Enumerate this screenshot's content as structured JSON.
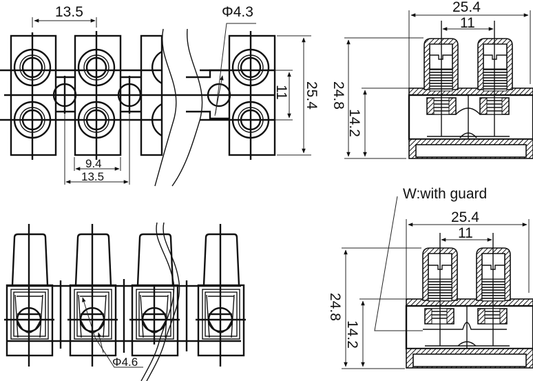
{
  "drawing": {
    "top_view": {
      "pitch_top": "13.5",
      "hole_diameter": "Φ4.3",
      "slot_width": "9.4",
      "pitch_bottom": "13.5",
      "row_spacing": "11",
      "overall_width": "25.4"
    },
    "side_view": {
      "overall_width": "25.4",
      "screw_spacing": "11",
      "overall_height": "24.8",
      "base_height": "14.2"
    },
    "side_view_guard": {
      "note": "W:with guard",
      "overall_width": "25.4",
      "screw_spacing": "11",
      "overall_height": "24.8",
      "base_height": "14.2"
    },
    "front_view": {
      "wire_hole_diameter": "Φ4.6"
    }
  }
}
